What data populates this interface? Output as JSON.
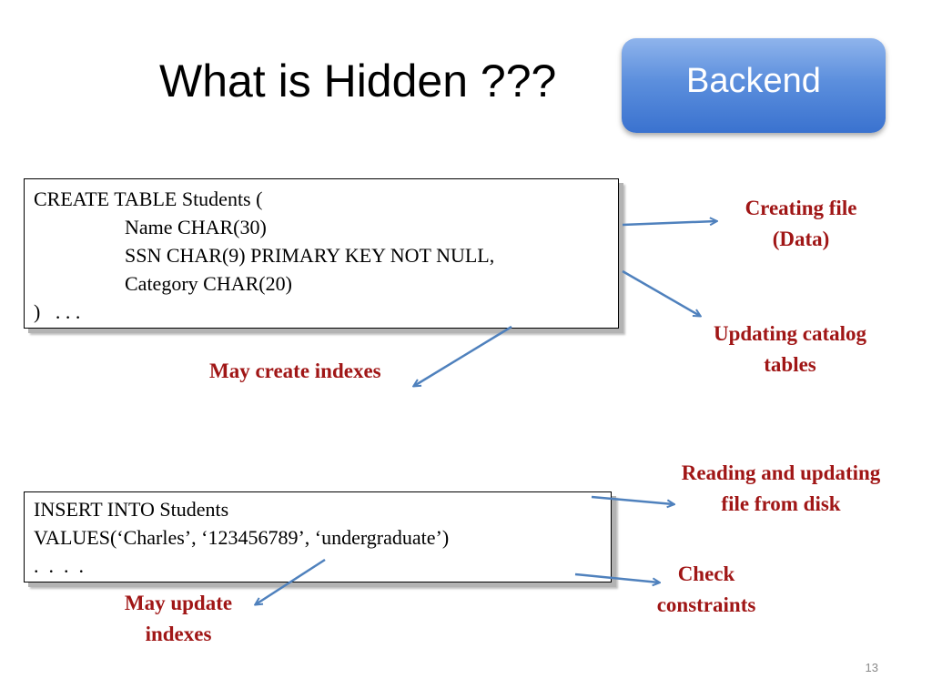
{
  "slide": {
    "title": "What is Hidden ???",
    "page_number": "13"
  },
  "backend_button": {
    "label": "Backend"
  },
  "create_box": {
    "lines": [
      "CREATE TABLE Students (",
      "Name CHAR(30)",
      "SSN CHAR(9) PRIMARY KEY NOT NULL,",
      "Category CHAR(20)",
      ")   . . ."
    ]
  },
  "insert_box": {
    "lines": [
      "INSERT INTO Students",
      "VALUES(‘Charles’, ‘123456789’, ‘undergraduate’)",
      ".  .  .  ."
    ]
  },
  "notes": {
    "creating_file": "Creating file\n(Data)",
    "updating_catalog": "Updating catalog\ntables",
    "may_create_indexes": "May create indexes",
    "reading_updating": "Reading and updating\nfile from disk",
    "check_constraints": "Check\nconstraints",
    "may_update_indexes": "May update\nindexes"
  },
  "colors": {
    "note_text": "#a01616",
    "arrow": "#4f81bd",
    "button_gradient_top": "#8fb4ec",
    "button_gradient_bottom": "#3a72cf"
  },
  "icons": {
    "arrow": "arrow-icon"
  }
}
